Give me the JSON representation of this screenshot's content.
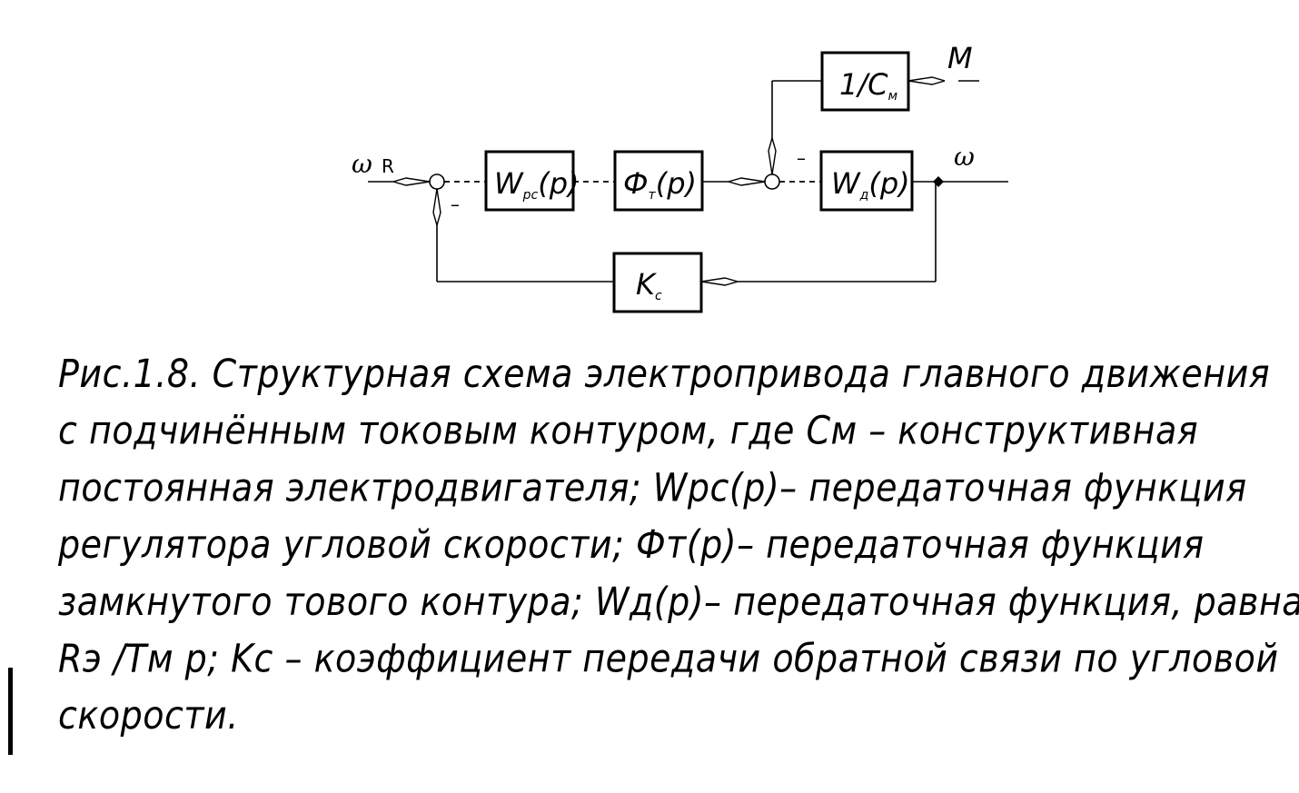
{
  "blocks": {
    "wpc": {
      "main": "W",
      "sub": "рс",
      "arg": "(p)"
    },
    "phi": {
      "main": "Ф",
      "sub": "т",
      "arg": "(p)"
    },
    "wd": {
      "main": "W",
      "sub": "д",
      "arg": "(p)"
    },
    "cm": {
      "main": "1/C",
      "sub": "м"
    },
    "kc": {
      "main": "K",
      "sub": "c"
    }
  },
  "signals": {
    "input_main": "ω",
    "input_sub": "R",
    "output": "ω",
    "disturbance": "M",
    "minus": "–"
  },
  "caption": {
    "lines": [
      "Рис.1.8. Структурная схема электропривода главного движения",
      "с подчинённым токовым контуром, где Cм – конструктивная",
      "постоянная электродвигателя; Wрс(p)– передаточная функция",
      "регулятора угловой скорости; Фт(p)– передаточная функция",
      "замкнутого тового контура; Wд(p)– передаточная функция, равная",
      "Rэ /Tм p; Kс – коэффициент передачи обратной связи по угловой",
      "скорости."
    ]
  }
}
